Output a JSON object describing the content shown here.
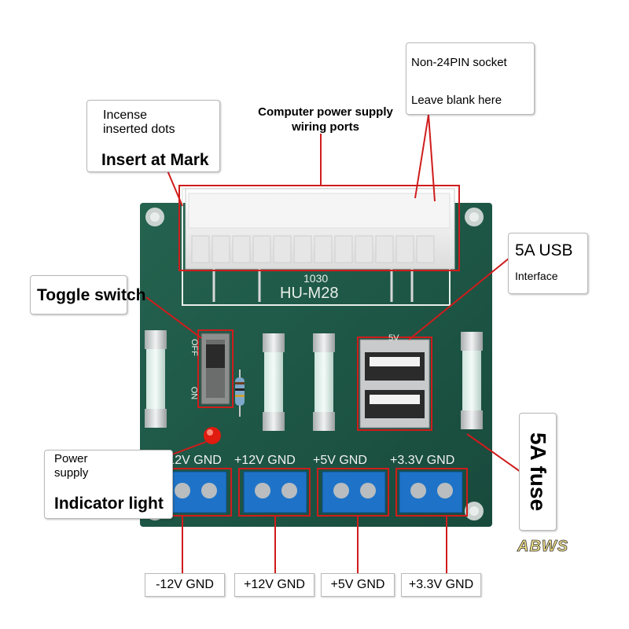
{
  "callouts": {
    "non24pin_line1": "Non-24PIN socket",
    "non24pin_line2": "Leave blank here",
    "incense_line1": "Incense",
    "incense_line2": "inserted dots",
    "insert_at_mark": "Insert at Mark",
    "wiring_title": "Computer power supply\nwiring ports",
    "toggle_switch": "Toggle switch",
    "usb_line1": "5A USB",
    "usb_line2": "Interface",
    "power_line1": "Power",
    "power_line2": "supply",
    "indicator_light": "Indicator light",
    "fuse": "5A fuse"
  },
  "board": {
    "model_number": "1030",
    "model_name": "HU-M28",
    "switch_off": "OFF",
    "switch_on": "ON",
    "usb_marking": "5V",
    "rail_labels": [
      "-12V GND",
      "+12V GND",
      "+5V GND",
      "+3.3V GND"
    ]
  },
  "bottom_labels": [
    "-12V GND",
    "+12V GND",
    "+5V GND",
    "+3.3V GND"
  ],
  "watermark": "ABWS",
  "colors": {
    "pcb": "#1f5a4a",
    "callout_line": "#d01c1c",
    "terminal_blue": "#1e73c8",
    "led_red": "#e01b10"
  }
}
